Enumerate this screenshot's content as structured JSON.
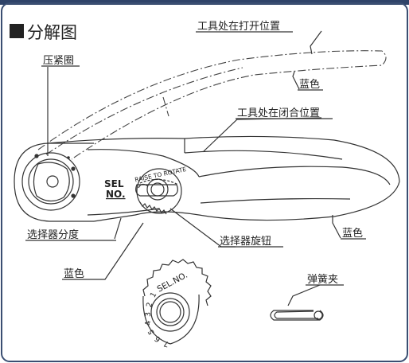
{
  "header": {
    "title": "分解图"
  },
  "labels": {
    "tool_open": "工具处在打开位置",
    "blue_top": "蓝色",
    "tool_closed": "工具处在闭合位置",
    "crimp_ring": "压紧圈",
    "blue_right": "蓝色",
    "selector_index": "选择器分度",
    "selector_knob": "选择器旋钮",
    "blue_bottom": "蓝色",
    "spring_clip": "弹簧夹",
    "sel": "SEL",
    "no": "NO.",
    "raise_to_rotate": "RAISE TO ROTATE",
    "dial_sel_no": "SEL.NO.",
    "dial_digits": [
      "1",
      "2",
      "3",
      "4",
      "5",
      "6",
      "7"
    ]
  },
  "colors": {
    "frame": "#3a4e72",
    "header_bar": "#2f4368",
    "line": "#333333",
    "paper": "#ffffff"
  }
}
